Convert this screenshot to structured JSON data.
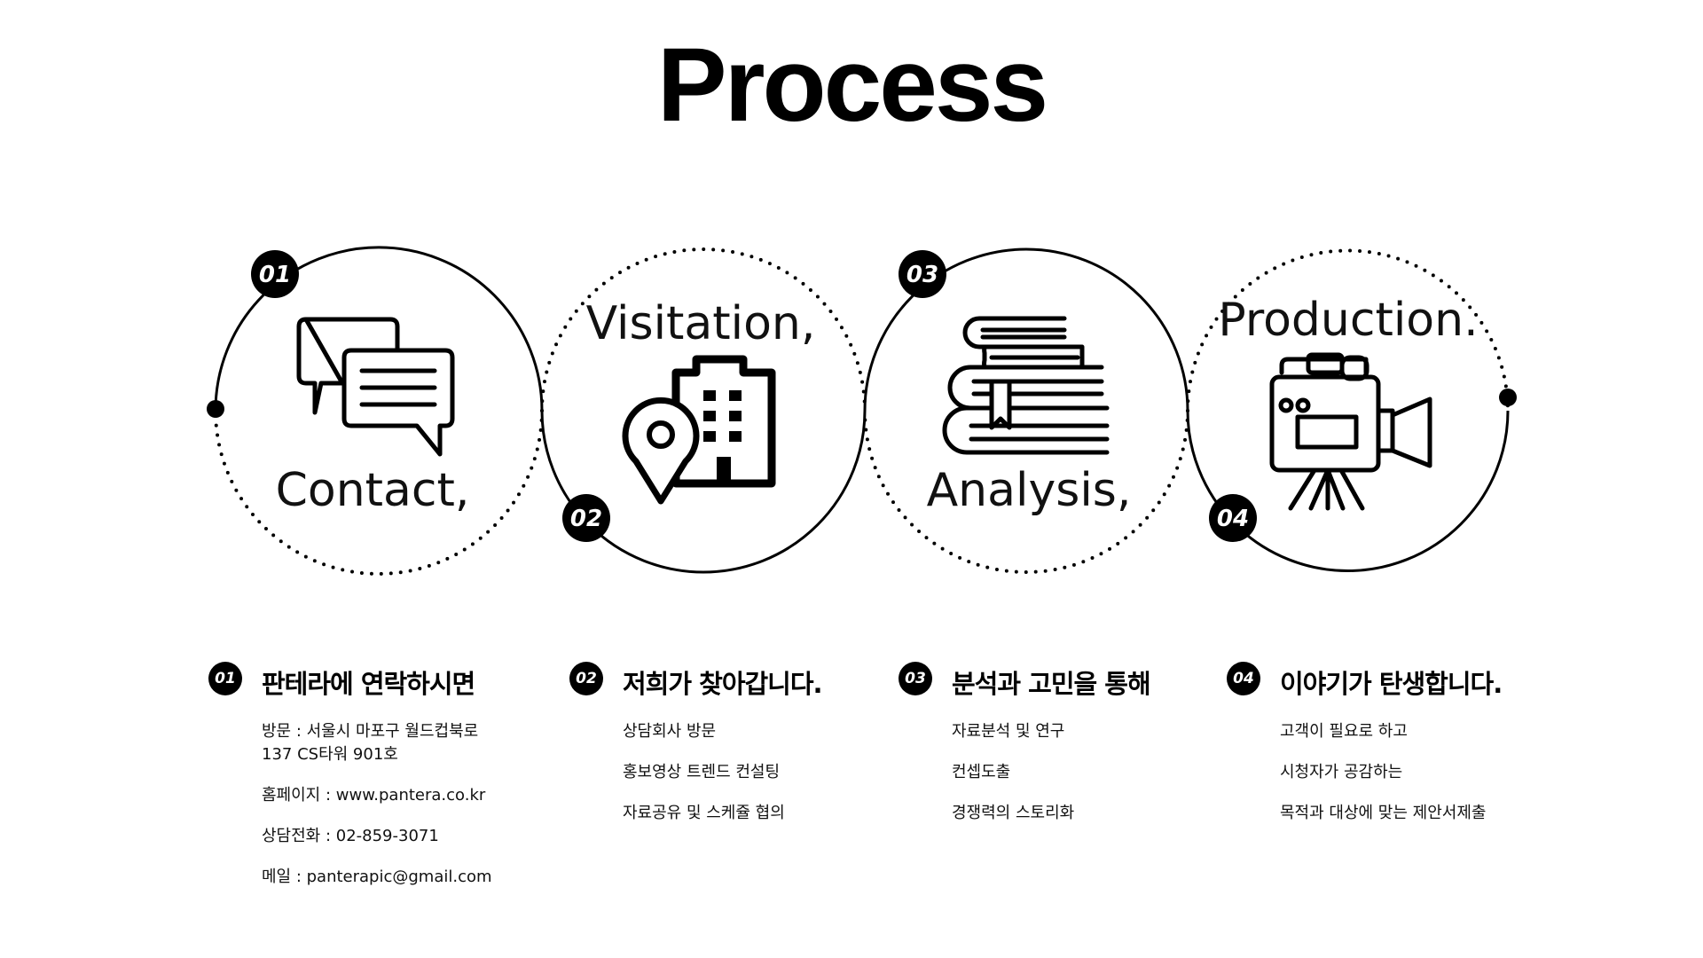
{
  "title": "Process",
  "steps": [
    {
      "number": "01",
      "label": "Contact,"
    },
    {
      "number": "02",
      "label": "Visitation,"
    },
    {
      "number": "03",
      "label": "Analysis,"
    },
    {
      "number": "04",
      "label": "Production."
    }
  ],
  "sections": [
    {
      "number": "01",
      "title": "판테라에 연락하시면",
      "lines": [
        "방문 : 서울시 마포구 월드컵북로",
        "137 CS타워 901호",
        "홈페이지 : www.pantera.co.kr",
        "상담전화 : 02-859-3071",
        "메일 : panterapic@gmail.com"
      ]
    },
    {
      "number": "02",
      "title": "저희가 찾아갑니다.",
      "lines": [
        "상담회사 방문",
        "홍보영상 트렌드 컨설팅",
        "자료공유 및 스케쥴 협의"
      ]
    },
    {
      "number": "03",
      "title": "분석과 고민을 통해",
      "lines": [
        "자료분석 및 연구",
        "컨셉도출",
        "경쟁력의 스토리화"
      ]
    },
    {
      "number": "04",
      "title": "이야기가 탄생합니다.",
      "lines": [
        "고객이 필요로 하고",
        "시청자가 공감하는",
        "목적과 대상에 맞는 제안서제출"
      ]
    }
  ],
  "icons": [
    "chat-bubbles-icon",
    "building-location-icon",
    "books-icon",
    "video-camera-icon"
  ],
  "colors": {
    "ink": "#000000",
    "background": "#ffffff"
  }
}
